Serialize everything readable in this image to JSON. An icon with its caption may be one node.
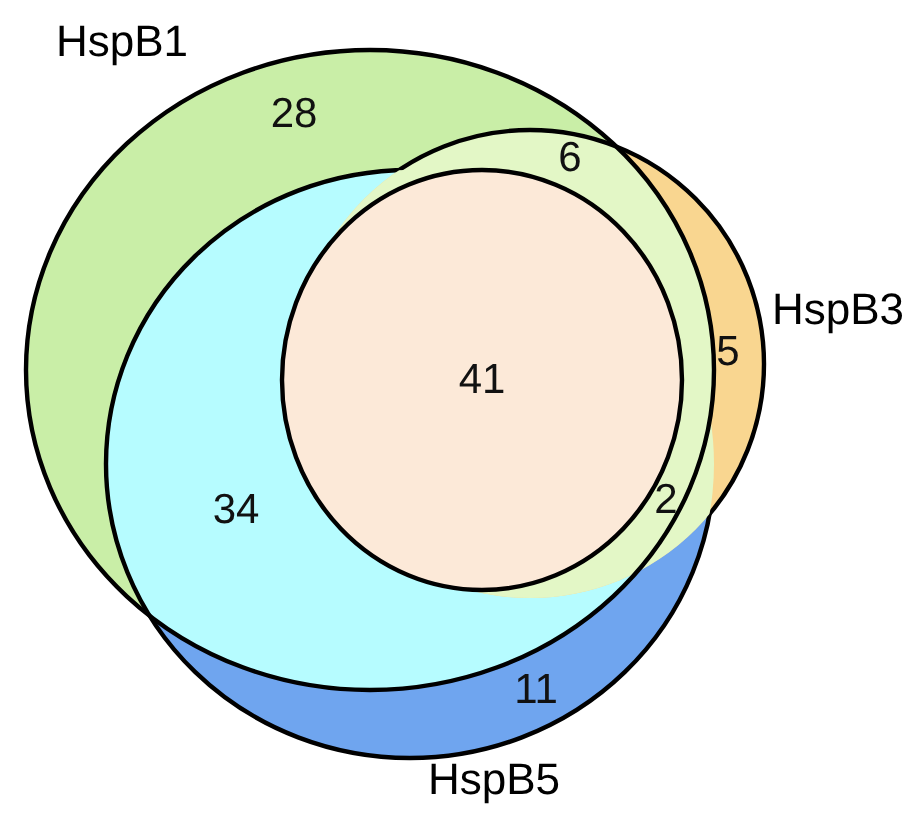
{
  "diagram": {
    "nodes": [
      {
        "text": [
          "HspB1"
        ]
      },
      {
        "text": [
          "HspB3"
        ]
      },
      {
        "text": [
          "HspB5"
        ]
      }
    ],
    "labels": [
      "28",
      "6",
      "5",
      "41",
      "34",
      "2",
      "11"
    ]
  }
}
